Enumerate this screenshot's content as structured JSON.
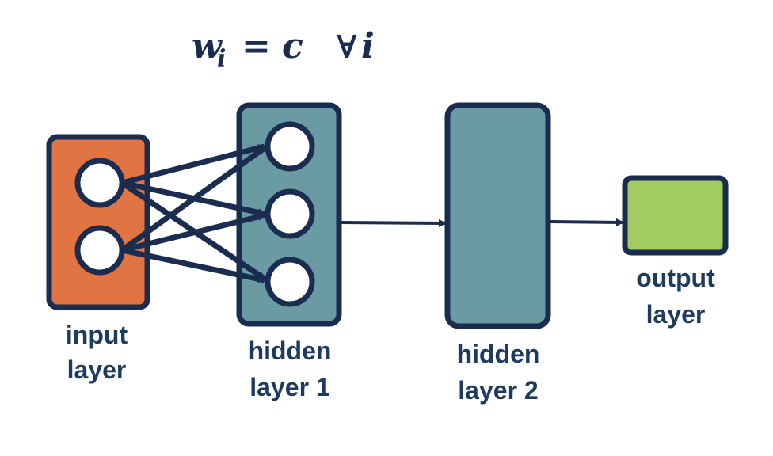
{
  "formula": {
    "w": "w",
    "i_sub": "i",
    "equals": "=",
    "c": "c",
    "forall": "∀",
    "i": "i"
  },
  "layers": {
    "input": {
      "line1": "input",
      "line2": "layer",
      "color": "#e07443"
    },
    "hidden1": {
      "line1": "hidden",
      "line2": "layer 1",
      "color": "#6a9ba3"
    },
    "hidden2": {
      "line1": "hidden",
      "line2": "layer 2",
      "color": "#6a9ba3"
    },
    "output": {
      "line1": "output",
      "line2": "layer",
      "color": "#a2cc62"
    }
  },
  "colors": {
    "stroke": "#1a2c4f",
    "node_fill": "#ffffff"
  }
}
